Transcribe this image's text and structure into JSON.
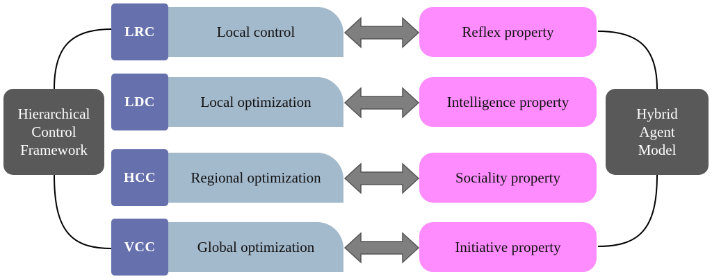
{
  "left_panel": {
    "lines": [
      "Hierarchical",
      "Control",
      "Framework"
    ]
  },
  "right_panel": {
    "lines": [
      "Hybrid",
      "Agent",
      "Model"
    ]
  },
  "layers": [
    {
      "code": "LRC",
      "label": "Local control",
      "property": "Reflex property"
    },
    {
      "code": "LDC",
      "label": "Local optimization",
      "property": "Intelligence property"
    },
    {
      "code": "HCC",
      "label": "Regional optimization",
      "property": "Sociality property"
    },
    {
      "code": "VCC",
      "label": "Global optimization",
      "property": "Initiative property"
    }
  ],
  "colors": {
    "panel": "#595959",
    "layer_body": "#a3b9cc",
    "layer_code": "#6670ad",
    "property": "#ff8cff",
    "arrow": "#7f7f7f"
  }
}
